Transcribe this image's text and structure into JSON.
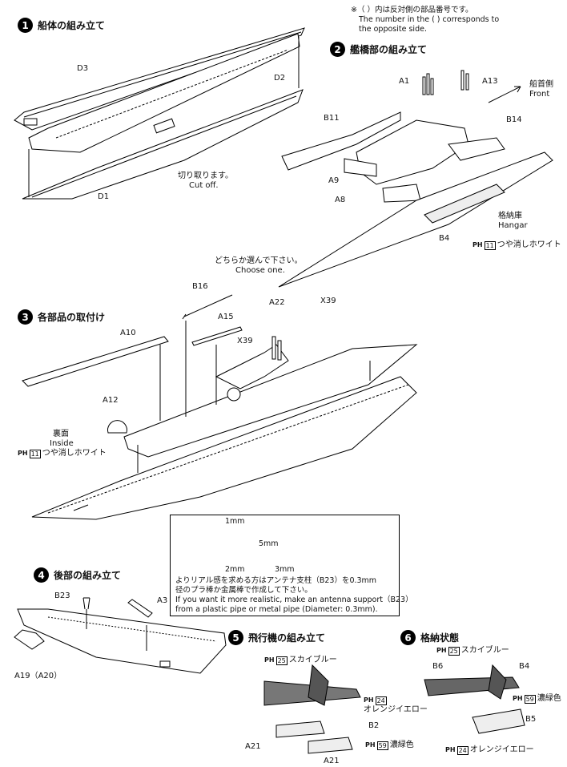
{
  "header_note": {
    "jp": "※（ ）内は反対側の部品番号です。",
    "en_line1": "The number in the (     ) corresponds to",
    "en_line2": "the opposite side."
  },
  "steps": [
    {
      "num": "1",
      "title": "船体の組み立て"
    },
    {
      "num": "2",
      "title": "艦橋部の組み立て"
    },
    {
      "num": "3",
      "title": "各部品の取付け"
    },
    {
      "num": "4",
      "title": "後部の組み立て"
    },
    {
      "num": "5",
      "title": "飛行機の組み立て"
    },
    {
      "num": "6",
      "title": "格納状態"
    }
  ],
  "step1": {
    "d1": "D1",
    "d2": "D2",
    "d3": "D3",
    "cut_jp": "切り取ります。",
    "cut_en": "Cut off."
  },
  "step2": {
    "a1": "A1",
    "a13": "A13",
    "b11": "B11",
    "b14": "B14",
    "a9": "A9",
    "a8": "A8",
    "b4": "B4",
    "bow_jp": "船首側",
    "bow_en": "Front",
    "hangar_jp": "格納庫",
    "hangar_en": "Hangar",
    "paint_code": "PH",
    "paint_num": "11",
    "paint_name": "つや消しホワイト"
  },
  "step3": {
    "choose_jp": "どちらか選んで下さい。",
    "choose_en": "Choose one.",
    "b16": "B16",
    "a15": "A15",
    "a22": "A22",
    "x39a": "X39",
    "x39b": "X39",
    "a10": "A10",
    "a12": "A12",
    "inside_jp": "裏面",
    "inside_en": "Inside",
    "paint_code": "PH",
    "paint_num": "11",
    "paint_name": "つや消しホワイト"
  },
  "tip": {
    "dim_top": "1mm",
    "dim_height": "5mm",
    "dim_left": "2mm",
    "dim_right": "3mm",
    "jp_line1": "よりリアル感を求める方はアンテナ支柱（B23）を0.3mm",
    "jp_line2": "径のプラ棒か金属棒で作成して下さい。",
    "en_line1": "If you want it more realistic,  make an antenna support（B23）",
    "en_line2": "from a plastic pipe or metal pipe (Diameter: 0.3mm)."
  },
  "step4": {
    "b23": "B23",
    "a3": "A3",
    "a19": "A19（A20）"
  },
  "step5": {
    "p25_code": "PH",
    "p25_num": "25",
    "p25_name": "スカイブルー",
    "p24_code": "PH",
    "p24_num": "24",
    "p24_name": "オレンジイエロー",
    "p59_code": "PH",
    "p59_num": "59",
    "p59_name": "濃緑色",
    "b2": "B2",
    "a21a": "A21",
    "a21b": "A21"
  },
  "step6": {
    "p25_code": "PH",
    "p25_num": "25",
    "p25_name": "スカイブルー",
    "p59_code": "PH",
    "p59_num": "59",
    "p59_name": "濃緑色",
    "p24_code": "PH",
    "p24_num": "24",
    "p24_name": "オレンジイエロー",
    "b6": "B6",
    "b4": "B4",
    "b5": "B5"
  }
}
